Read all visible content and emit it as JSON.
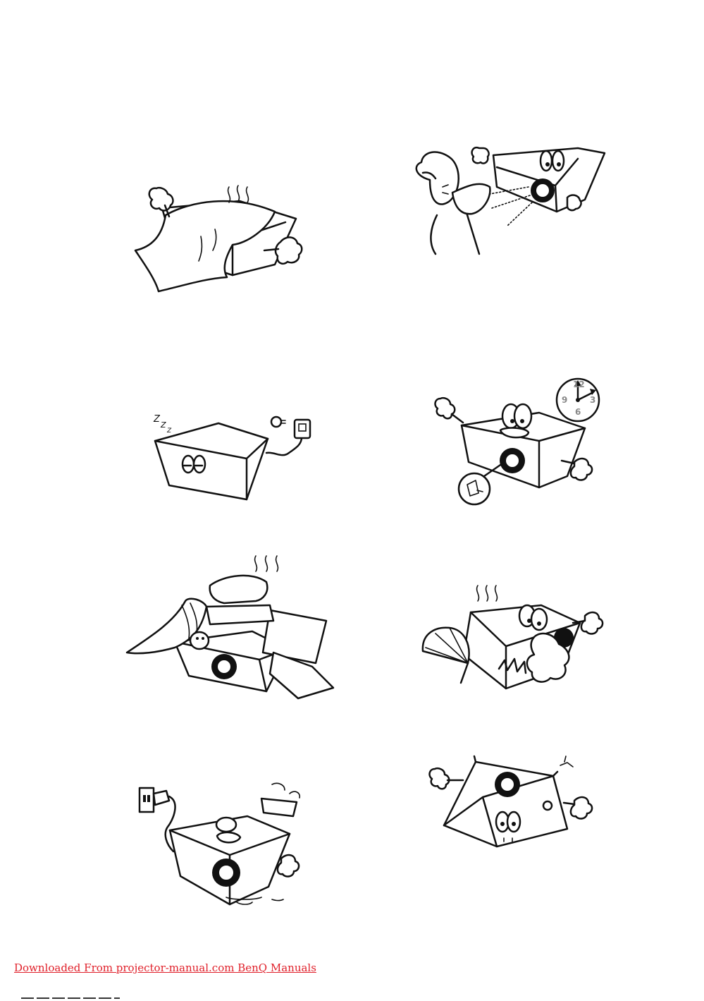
{
  "footer": {
    "link_text": "Downloaded From projector-manual.com BenQ Manuals",
    "link_color": "#e0202a"
  },
  "clock": {
    "n12": "12",
    "n3": "3",
    "n6": "6",
    "n9": "9"
  },
  "illustrations": [
    "projector-covered-by-cloth",
    "do-not-look-into-lens",
    "projector-unplugged-sleeping",
    "lamp-time-clock",
    "projector-under-objects",
    "projector-overheating",
    "projector-water-spill",
    "projector-upside-down"
  ]
}
